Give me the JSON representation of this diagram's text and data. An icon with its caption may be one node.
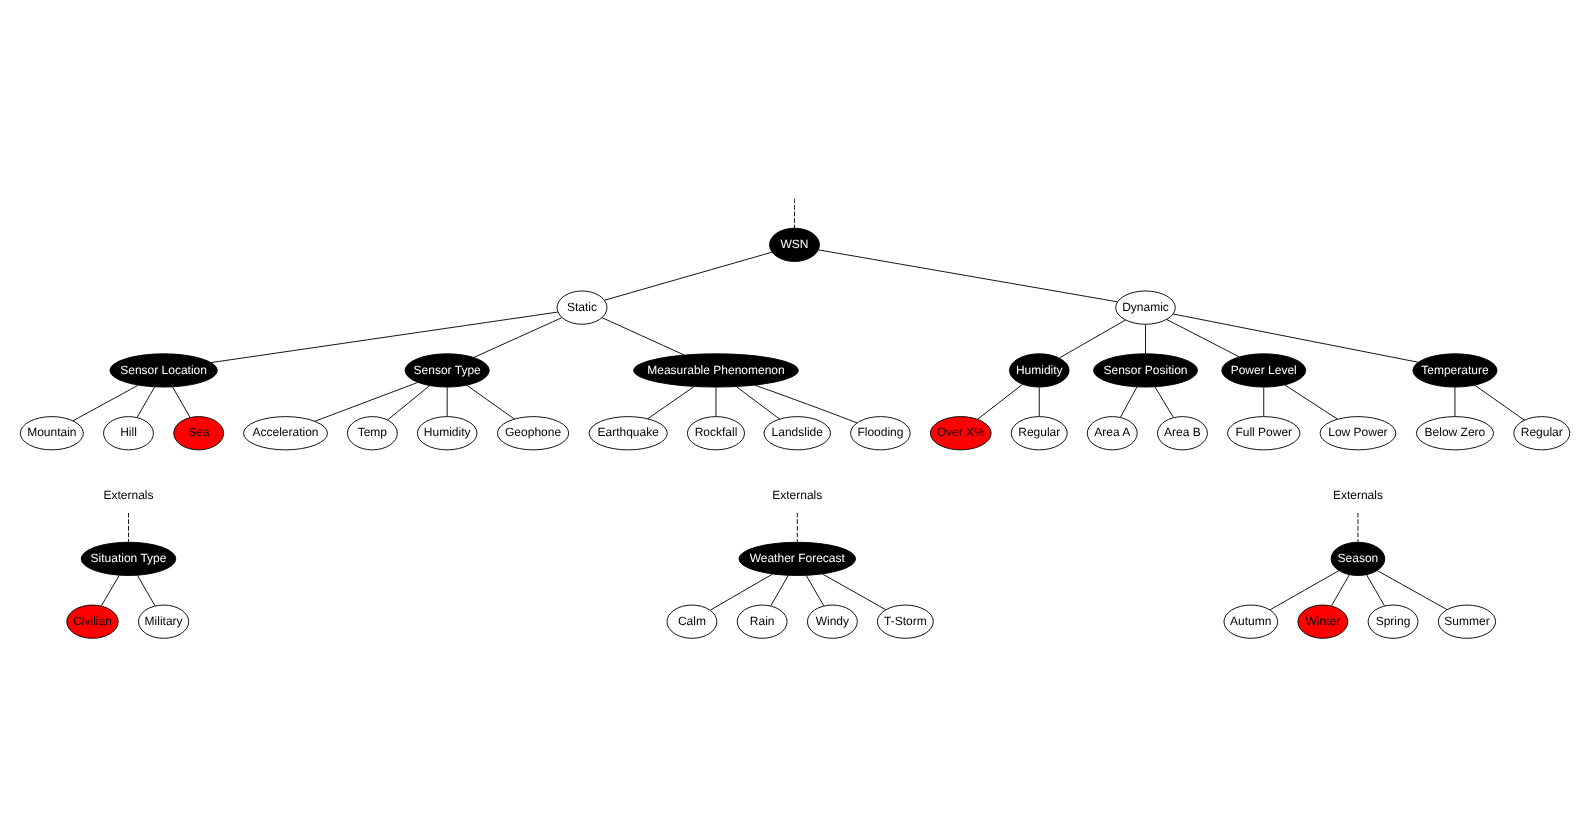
{
  "diagram": {
    "nodes": [
      {
        "text": [
          "WSN"
        ]
      },
      {
        "text": [
          "Static"
        ]
      },
      {
        "text": [
          "Dynamic"
        ]
      },
      {
        "text": [
          "Sensor Location"
        ]
      },
      {
        "text": [
          "Mountain"
        ]
      },
      {
        "text": [
          "Hill"
        ]
      },
      {
        "text": [
          "Sea"
        ]
      },
      {
        "text": [
          "Sensor Type"
        ]
      },
      {
        "text": [
          "Acceleration"
        ]
      },
      {
        "text": [
          "Temp"
        ]
      },
      {
        "text": [
          "Humidity"
        ]
      },
      {
        "text": [
          "Geophone"
        ]
      },
      {
        "text": [
          "Measurable Phenomenon"
        ]
      },
      {
        "text": [
          "Earthquake"
        ]
      },
      {
        "text": [
          "Rockfall"
        ]
      },
      {
        "text": [
          "Landslide"
        ]
      },
      {
        "text": [
          "Flooding"
        ]
      },
      {
        "text": [
          "Externals"
        ]
      },
      {
        "text": [
          "Situation Type"
        ]
      },
      {
        "text": [
          "Civilian"
        ]
      },
      {
        "text": [
          "Military"
        ]
      },
      {
        "text": [
          "Externals"
        ]
      },
      {
        "text": [
          "Weather Forecast"
        ]
      },
      {
        "text": [
          "Calm"
        ]
      },
      {
        "text": [
          "Rain"
        ]
      },
      {
        "text": [
          "Windy"
        ]
      },
      {
        "text": [
          "T-Storm"
        ]
      },
      {
        "text": [
          "Externals"
        ]
      },
      {
        "text": [
          "Season"
        ]
      },
      {
        "text": [
          "Autumn"
        ]
      },
      {
        "text": [
          "Winter"
        ]
      },
      {
        "text": [
          "Spring"
        ]
      },
      {
        "text": [
          "Summer"
        ]
      },
      {
        "text": [
          "Humidity"
        ]
      },
      {
        "text": [
          "Over X%"
        ]
      },
      {
        "text": [
          "Regular"
        ]
      },
      {
        "text": [
          "Sensor Position"
        ]
      },
      {
        "text": [
          "Area A"
        ]
      },
      {
        "text": [
          "Area B"
        ]
      },
      {
        "text": [
          "Power Level"
        ]
      },
      {
        "text": [
          "Full Power"
        ]
      },
      {
        "text": [
          "Low Power"
        ]
      },
      {
        "text": [
          "Temperature"
        ]
      },
      {
        "text": [
          "Below Zero"
        ]
      },
      {
        "text": [
          "Regular"
        ]
      }
    ],
    "edges": [
      {
        "from": null,
        "to": 0,
        "arrow": "none",
        "style": "dashed"
      },
      {
        "from": 0,
        "to": 1,
        "arrow": "none"
      },
      {
        "from": 0,
        "to": 2,
        "arrow": "none"
      },
      {
        "from": 1,
        "to": 3,
        "arrow": "none"
      },
      {
        "from": 3,
        "to": 4,
        "arrow": "none"
      },
      {
        "from": 3,
        "to": 5,
        "arrow": "none"
      },
      {
        "from": 3,
        "to": 6,
        "arrow": "none"
      },
      {
        "from": 1,
        "to": 7,
        "arrow": "none"
      },
      {
        "from": 7,
        "to": 8,
        "arrow": "none"
      },
      {
        "from": 7,
        "to": 9,
        "arrow": "none"
      },
      {
        "from": 7,
        "to": 10,
        "arrow": "none"
      },
      {
        "from": 7,
        "to": 11,
        "arrow": "none"
      },
      {
        "from": 1,
        "to": 12,
        "arrow": "none"
      },
      {
        "from": 12,
        "to": 13,
        "arrow": "none"
      },
      {
        "from": 12,
        "to": 14,
        "arrow": "none"
      },
      {
        "from": 12,
        "to": 15,
        "arrow": "none"
      },
      {
        "from": 12,
        "to": 16,
        "arrow": "none"
      },
      {
        "from": 17,
        "to": 18,
        "arrow": "none",
        "style": "dashed"
      },
      {
        "from": 18,
        "to": 19,
        "arrow": "none"
      },
      {
        "from": 18,
        "to": 20,
        "arrow": "none"
      },
      {
        "from": 21,
        "to": 22,
        "arrow": "none",
        "style": "dashed"
      },
      {
        "from": 22,
        "to": 23,
        "arrow": "none"
      },
      {
        "from": 22,
        "to": 24,
        "arrow": "none"
      },
      {
        "from": 22,
        "to": 25,
        "arrow": "none"
      },
      {
        "from": 22,
        "to": 26,
        "arrow": "none"
      },
      {
        "from": 27,
        "to": 28,
        "arrow": "none",
        "style": "dashed"
      },
      {
        "from": 28,
        "to": 29,
        "arrow": "none"
      },
      {
        "from": 28,
        "to": 30,
        "arrow": "none"
      },
      {
        "from": 28,
        "to": 31,
        "arrow": "none"
      },
      {
        "from": 28,
        "to": 32,
        "arrow": "none"
      },
      {
        "from": 2,
        "to": 33,
        "arrow": "none"
      },
      {
        "from": 33,
        "to": 34,
        "arrow": "none"
      },
      {
        "from": 33,
        "to": 35,
        "arrow": "none"
      },
      {
        "from": 2,
        "to": 36,
        "arrow": "none"
      },
      {
        "from": 36,
        "to": 37,
        "arrow": "none"
      },
      {
        "from": 36,
        "to": 38,
        "arrow": "none"
      },
      {
        "from": 2,
        "to": 39,
        "arrow": "none"
      },
      {
        "from": 39,
        "to": 40,
        "arrow": "none"
      },
      {
        "from": 39,
        "to": 41,
        "arrow": "none"
      },
      {
        "from": 2,
        "to": 42,
        "arrow": "none"
      },
      {
        "from": 42,
        "to": 43,
        "arrow": "none"
      },
      {
        "from": 42,
        "to": 44,
        "arrow": "none"
      }
    ]
  }
}
